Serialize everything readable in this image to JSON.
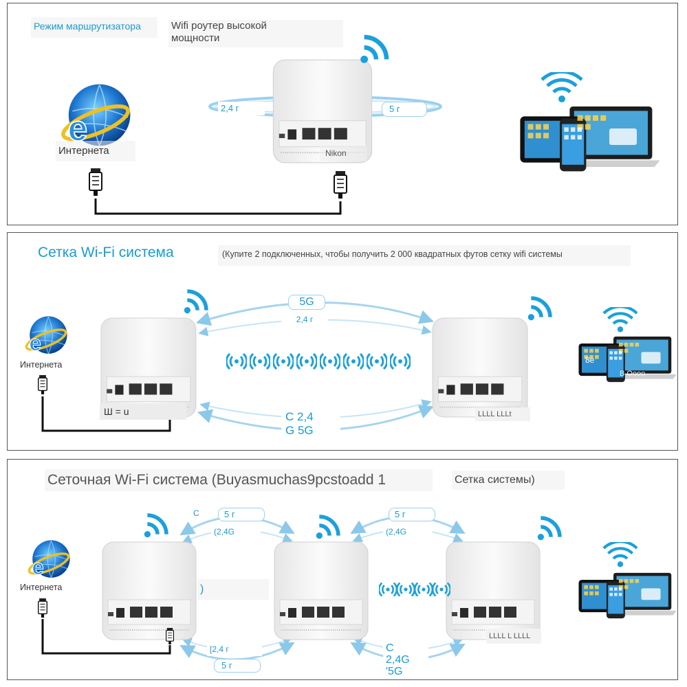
{
  "panel1": {
    "title": "Режим маршрутизатора",
    "subtitle_line1": "Wifi роутер высокой",
    "subtitle_line2": "мощности",
    "band_left": "2,4 г",
    "band_right": "5 г",
    "internet_label": "Интернета",
    "router_label": "Nikon"
  },
  "panel2": {
    "title": "Сетка Wi-Fi система",
    "note": "(Купите 2 подключенных, чтобы получить 2 000 квадратных футов сетку wifi системы",
    "top_band_5g": "5G",
    "top_band_24": "2,4 г",
    "bottom_line1": "С 2,4",
    "bottom_line2": "G 5G",
    "internet_label": "Интернета",
    "router_left_label": "Ш = u",
    "router_right_label": "LLLL LLLt",
    "tablet_text1": "8e",
    "tablet_text2": "В Oooo"
  },
  "panel3": {
    "title": "Сеточная Wi-Fi система (Buyasmuchas9pcstoadd 1",
    "title_right": "Сетка системы)",
    "left_c": "С",
    "left_5g": "5 г",
    "left_24": "(2,4G",
    "right_5g": "5 г",
    "right_24": "(2,4G",
    "paren": ")",
    "bottom_left_24": "[2,4 г",
    "bottom_left_5g": "5 г",
    "bottom_right_c": "С",
    "bottom_right_24": "2,4G",
    "bottom_right_5g": "'5G",
    "internet_label": "Интернета",
    "router_right_label": "LLLL L LLLL"
  },
  "colors": {
    "accent": "#1a9bd0",
    "wifi": "#1aa0dc",
    "cable": "#111111"
  }
}
